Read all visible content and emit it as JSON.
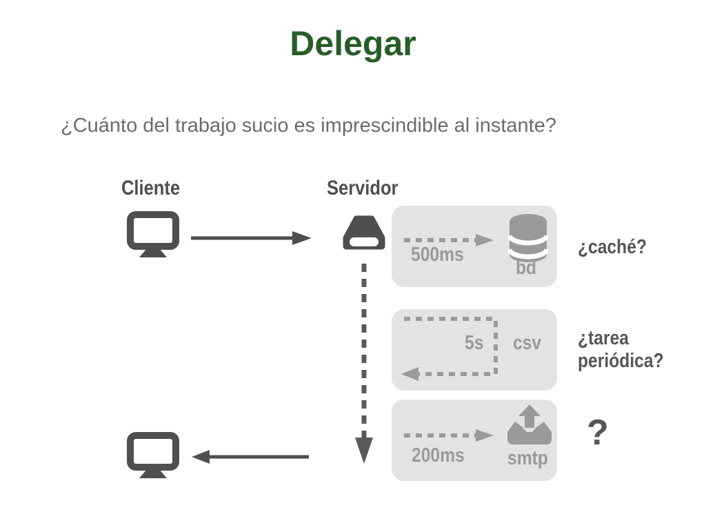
{
  "slide": {
    "title": "Delegar",
    "subtitle": "¿Cuánto del trabajo sucio es imprescindible al instante?"
  },
  "diagram": {
    "client_label": "Cliente",
    "server_label": "Servidor",
    "client_icon": "monitor-icon",
    "server_icon": "disk-drive-icon",
    "flows": [
      {
        "time": "500ms",
        "target": "bd",
        "target_icon": "database-icon",
        "annotation": "¿caché?"
      },
      {
        "time": "5s",
        "target": "csv",
        "target_icon": "",
        "annotation": "¿tarea periódica?"
      },
      {
        "time": "200ms",
        "target": "smtp",
        "target_icon": "outbox-icon",
        "annotation": "?"
      }
    ]
  },
  "colors": {
    "title_green": "#285c28",
    "dark_gray": "#4f4f4f",
    "mid_gray": "#9a9a9a",
    "box_fill": "#e3e3e3",
    "subtitle_gray": "#6b6b6b",
    "async_dash_gray": "#595959"
  }
}
